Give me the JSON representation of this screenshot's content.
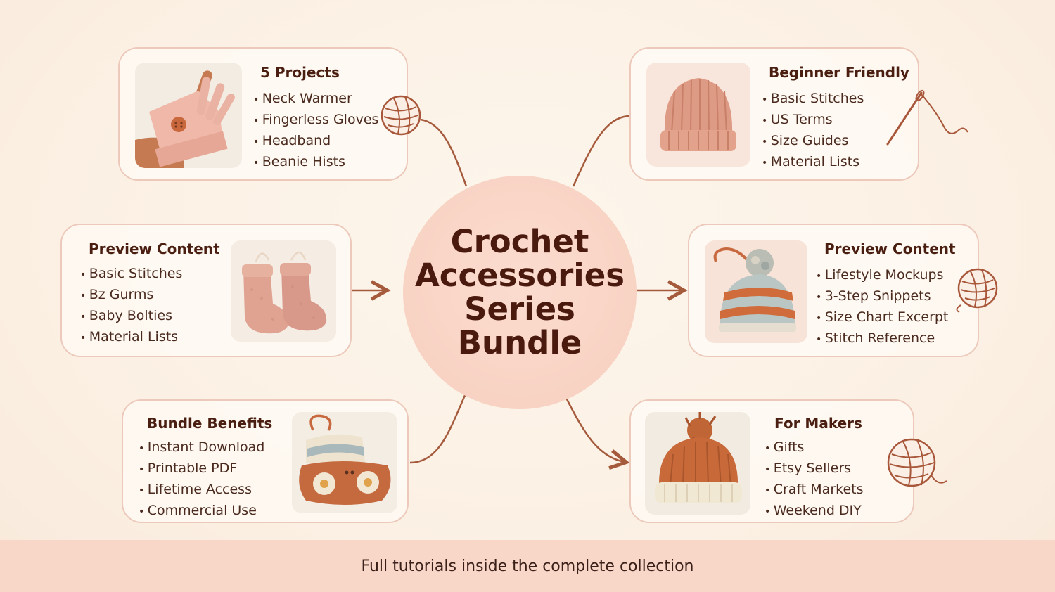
{
  "center": {
    "title": "Crochet Accessories Series Bundle"
  },
  "cards": {
    "projects": {
      "title": "5 Projects",
      "items": [
        "Neck Warmer",
        "Fingerless Gloves",
        "Headband",
        "Beanie Hists"
      ]
    },
    "beginner": {
      "title": "Beginner Friendly",
      "items": [
        "Basic Stitches",
        "US Terms",
        "Size Guides",
        "Material Lists"
      ]
    },
    "preview_left": {
      "title": "Preview Content",
      "items": [
        "Basic Stitches",
        "Bz Gurms",
        "Baby Bolties",
        "Material Lists"
      ]
    },
    "preview_right": {
      "title": "Preview Content",
      "items": [
        "Lifestyle Mockups",
        "3-Step Snippets",
        "Size Chart Excerpt",
        "Stitch Reference"
      ]
    },
    "benefits": {
      "title": "Bundle Benefits",
      "items": [
        "Instant Download",
        "Printable PDF",
        "Lifetime Access",
        "Commercial Use"
      ]
    },
    "makers": {
      "title": "For Makers",
      "items": [
        "Gifts",
        "Etsy Sellers",
        "Craft Markets",
        "Weekend DIY"
      ]
    }
  },
  "footer": {
    "text": "Full tutorials inside the complete collection"
  },
  "colors": {
    "accent": "#a8573a",
    "line": "#a55a3c",
    "card_border": "#ecc9bb",
    "footer_bg": "#f8d6c8",
    "center_bg": "#f8d3c3"
  },
  "icons": [
    "yarn-ball-icon",
    "needle-icon",
    "arrow-icon"
  ]
}
